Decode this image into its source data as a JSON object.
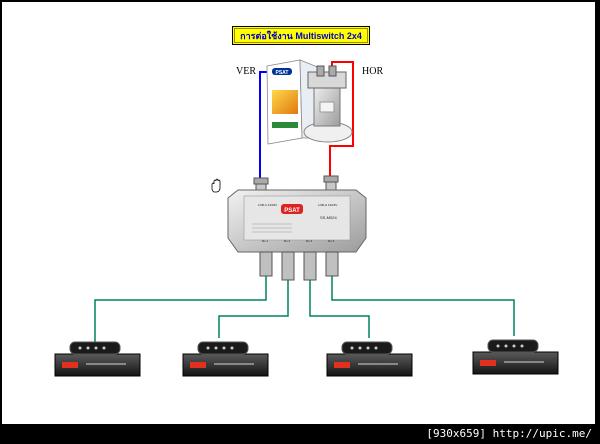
{
  "diagram": {
    "title": "การต่อใช้งาน Multiswitch 2x4",
    "ver_label": "VER",
    "hor_label": "HOR",
    "lnb_box_brand": "PSAT",
    "switch_brand": "PSAT",
    "switch_model": "SS-M024",
    "input_left_label": "LNB-V 13/18V",
    "input_right_label": "LNB-H 13/18V",
    "output_labels": [
      "Rx 1",
      "Rx 2",
      "Rx 3",
      "Rx 4"
    ],
    "receivers_count": 4
  },
  "colors": {
    "ver_cable": "#0000ff",
    "hor_cable": "#ff0000",
    "output_cable": "#008060",
    "title_bg": "#ffff00",
    "title_text": "#0000cc"
  },
  "footer": {
    "text": "[930x659] http://upic.me/"
  }
}
